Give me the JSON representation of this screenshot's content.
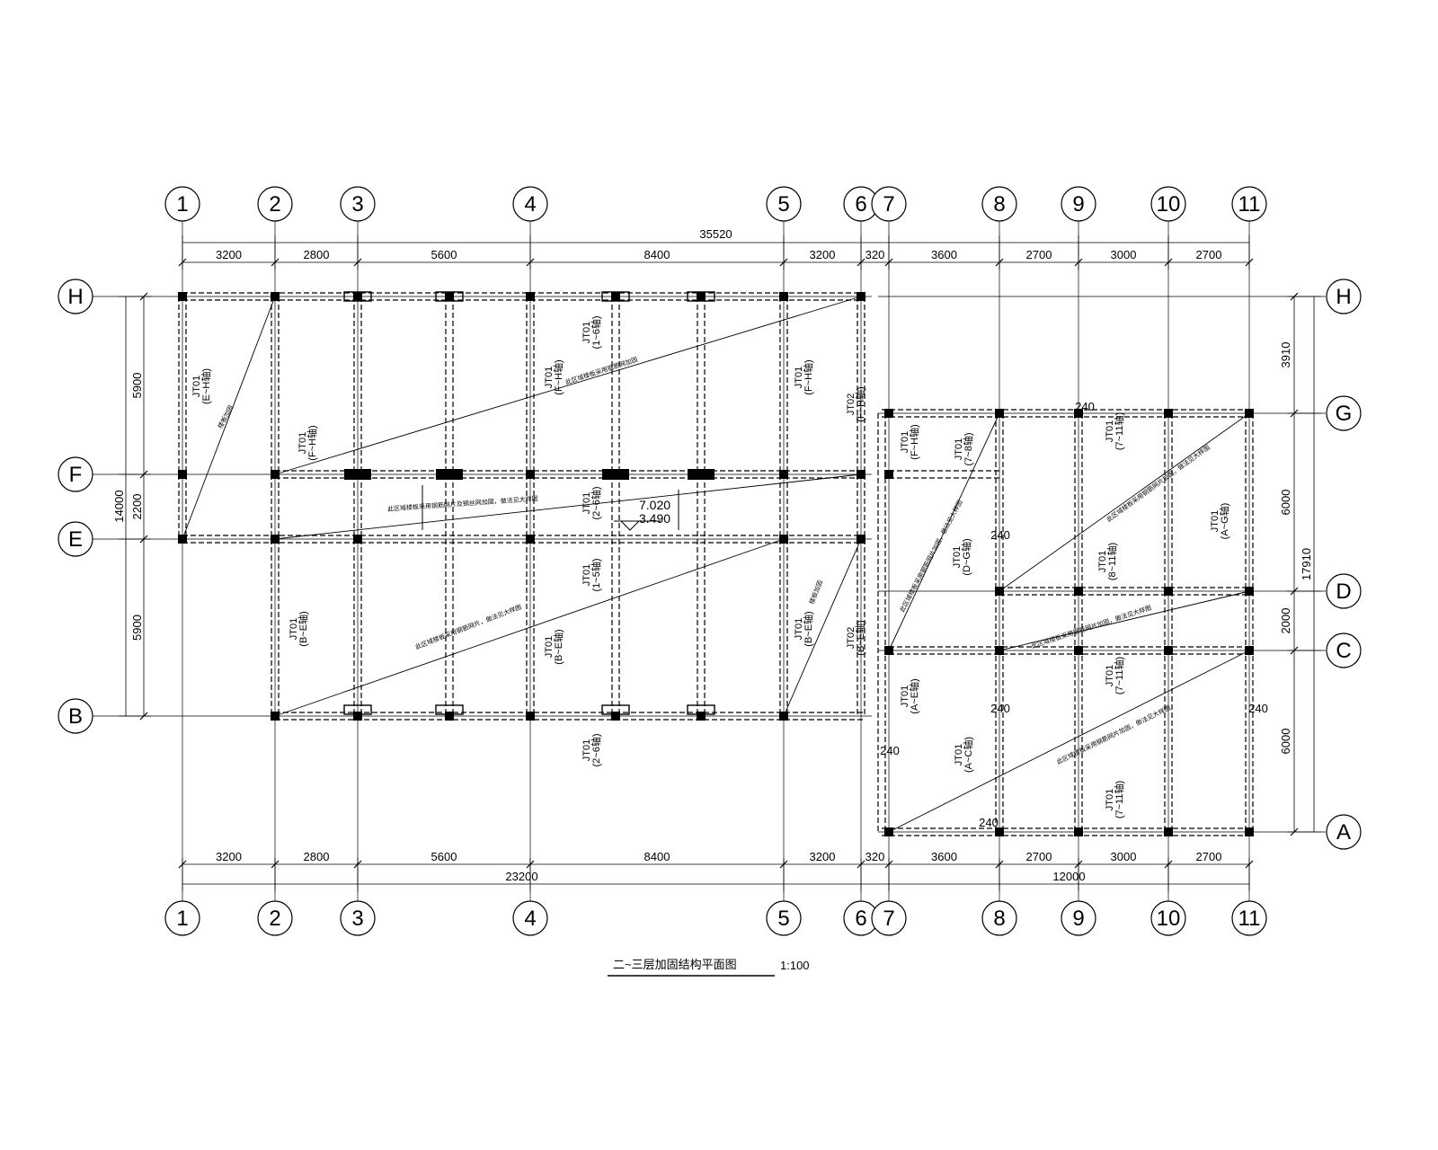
{
  "drawing": {
    "title": "二~三层加固结构平面图",
    "scale": "1:100"
  },
  "col_axes": [
    "1",
    "2",
    "3",
    "4",
    "5",
    "6",
    "7",
    "8",
    "9",
    "10",
    "11"
  ],
  "row_axes": [
    "H",
    "G",
    "F",
    "E",
    "D",
    "C",
    "B",
    "A"
  ],
  "dims": {
    "top_total": "35520",
    "top_segments": [
      "3200",
      "2800",
      "5600",
      "8400",
      "3200",
      "320",
      "3600",
      "2700",
      "3000",
      "2700"
    ],
    "bottom_segments": [
      "3200",
      "2800",
      "5600",
      "8400",
      "3200",
      "320",
      "3600",
      "2700",
      "3000",
      "2700"
    ],
    "bottom_left_total": "23200",
    "bottom_right_total": "12000",
    "left_segments": [
      "5900",
      "2200",
      "5900"
    ],
    "left_total": "14000",
    "right_segments": [
      "3910",
      "6000",
      "2000",
      "6000"
    ],
    "right_total": "17910"
  },
  "level": {
    "top": "7.020",
    "bottom": "3.490"
  },
  "wall_labels": [
    {
      "name": "JT01",
      "range": "(E~H轴)"
    },
    {
      "name": "JT01",
      "range": "(F~H轴)"
    },
    {
      "name": "JT01",
      "range": "(1~6轴)"
    },
    {
      "name": "JT01",
      "range": "(F~H轴)"
    },
    {
      "name": "JT01",
      "range": "(F~H轴)"
    },
    {
      "name": "JT02",
      "range": "(F~H轴)"
    },
    {
      "name": "JT01",
      "range": "(2~6轴)"
    },
    {
      "name": "JT01",
      "range": "(1~5轴)"
    },
    {
      "name": "JT01",
      "range": "(B~E轴)"
    },
    {
      "name": "JT01",
      "range": "(B~E轴)"
    },
    {
      "name": "JT01",
      "range": "(B~E轴)"
    },
    {
      "name": "JT02",
      "range": "(B~E轴)"
    },
    {
      "name": "JT01",
      "range": "(2~6轴)"
    },
    {
      "name": "JT01",
      "range": "(F~H轴)"
    },
    {
      "name": "JT01",
      "range": "(7~8轴)"
    },
    {
      "name": "JT01",
      "range": "(7~11轴)"
    },
    {
      "name": "JT01",
      "range": "(D~G轴)"
    },
    {
      "name": "JT01",
      "range": "(8~11轴)"
    },
    {
      "name": "JT01",
      "range": "(A~G轴)"
    },
    {
      "name": "JT01",
      "range": "(7~11轴)"
    },
    {
      "name": "JT01",
      "range": "(A~E轴)"
    },
    {
      "name": "JT01",
      "range": "(A~C轴)"
    },
    {
      "name": "JT01",
      "range": "(7~11轴)"
    }
  ],
  "wall_thickness": [
    "240",
    "240",
    "240",
    "240",
    "240",
    "240"
  ],
  "slab_notes": [
    "楼板加固",
    "此区域楼板采用钢筋网加固",
    "此区域楼板采用钢筋网片及钢丝网加固，做法见大样图",
    "此区域楼板采用钢筋网片，做法见大样图",
    "楼板加固",
    "此区域楼板采用钢筋网片加固，做法见大样图",
    "此区域楼板采用钢筋网片加固，做法见大样图",
    "此区域楼板采用钢筋网片加固，做法见大样图",
    "此区域楼板采用钢筋网片加固，做法见大样图"
  ]
}
